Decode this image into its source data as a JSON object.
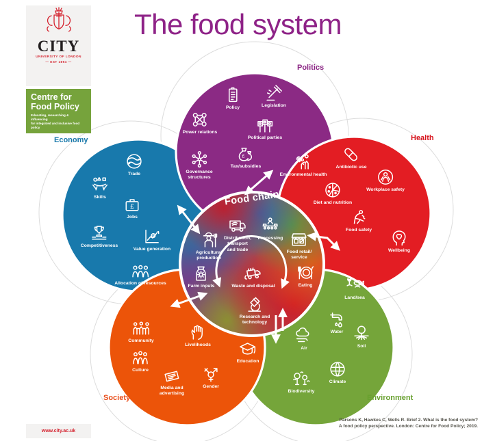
{
  "header": {
    "university": {
      "name": "CITY",
      "subtitle": "UNIVERSITY OF LONDON",
      "est": "— EST 1894 —"
    },
    "centre": {
      "line1": "Centre for",
      "line2": "Food Policy",
      "tagline1": "Educating, researching & influencing",
      "tagline2": "for integrated and inclusive food policy"
    },
    "title": "The food system"
  },
  "colors": {
    "title_purple": "#8e2287",
    "logo_red": "#d4212d",
    "centre_green": "#76a33c",
    "outline_gray": "#dcdcdc",
    "citation_gray": "#53524a"
  },
  "diagram": {
    "center": {
      "title": "Food chain",
      "items": [
        {
          "label": "Agricultural\nproduction",
          "icon": "agricultural-production"
        },
        {
          "label": "Distribution,\ntransport\nand trade",
          "icon": "distribution-transport-and-trade"
        },
        {
          "label": "Processing",
          "icon": "processing"
        },
        {
          "label": "Food retail/\nservice",
          "icon": "food-retail-service"
        },
        {
          "label": "Farm inputs",
          "icon": "farm-inputs"
        },
        {
          "label": "Waste and disposal",
          "icon": "waste-and-disposal"
        },
        {
          "label": "Eating",
          "icon": "eating"
        },
        {
          "label": "Research and\ntechnology",
          "icon": "research-and-technology"
        }
      ]
    },
    "petals": [
      {
        "id": "politics",
        "label": "Politics",
        "color": "#8b2a84",
        "label_color": "#8a2383",
        "items": [
          {
            "label": "Policy",
            "icon": "policy"
          },
          {
            "label": "Legislation",
            "icon": "legislation"
          },
          {
            "label": "Power relations",
            "icon": "power-relations"
          },
          {
            "label": "Political parties",
            "icon": "political-parties"
          },
          {
            "label": "Tax/subsidies",
            "icon": "tax-subsidies"
          },
          {
            "label": "Governance\nstructures",
            "icon": "governance-structures"
          }
        ]
      },
      {
        "id": "health",
        "label": "Health",
        "color": "#e31d23",
        "label_color": "#d8161f",
        "items": [
          {
            "label": "Environmental health",
            "icon": "environmental-health"
          },
          {
            "label": "Antibiotic use",
            "icon": "antibiotic-use"
          },
          {
            "label": "Workplace safety",
            "icon": "workplace-safety"
          },
          {
            "label": "Diet and nutrition",
            "icon": "diet-and-nutrition"
          },
          {
            "label": "Food safety",
            "icon": "food-safety"
          },
          {
            "label": "Wellbeing",
            "icon": "wellbeing"
          }
        ]
      },
      {
        "id": "economy",
        "label": "Economy",
        "color": "#1879ac",
        "label_color": "#1878aa",
        "items": [
          {
            "label": "Trade",
            "icon": "trade"
          },
          {
            "label": "Skills",
            "icon": "skills"
          },
          {
            "label": "Jobs",
            "icon": "jobs"
          },
          {
            "label": "Competitiveness",
            "icon": "competitiveness"
          },
          {
            "label": "Value generation",
            "icon": "value-generation"
          },
          {
            "label": "Allocation of resources",
            "icon": "allocation-of-resources"
          }
        ]
      },
      {
        "id": "society",
        "label": "Society",
        "color": "#ec5409",
        "label_color": "#e94e1b",
        "items": [
          {
            "label": "Community",
            "icon": "community"
          },
          {
            "label": "Livelihoods",
            "icon": "livelihoods"
          },
          {
            "label": "Culture",
            "icon": "culture"
          },
          {
            "label": "Media and\nadvertising",
            "icon": "media-and-advertising"
          },
          {
            "label": "Gender",
            "icon": "gender"
          },
          {
            "label": "Education",
            "icon": "education"
          }
        ]
      },
      {
        "id": "environment",
        "label": "Environment",
        "color": "#75a53a",
        "label_color": "#68a02f",
        "items": [
          {
            "label": "Land/sea",
            "icon": "land-sea"
          },
          {
            "label": "Water",
            "icon": "water"
          },
          {
            "label": "Air",
            "icon": "air"
          },
          {
            "label": "Soil",
            "icon": "soil"
          },
          {
            "label": "Climate",
            "icon": "climate"
          },
          {
            "label": "Biodiversity",
            "icon": "biodiversity"
          }
        ]
      }
    ]
  },
  "footer": {
    "url": "www.city.ac.uk",
    "citation1": "Parsons K, Hawkes C, Wells R. Brief 2. What is the food system?",
    "citation2": "A food policy perspective. London: Centre for Food Policy; 2019."
  }
}
